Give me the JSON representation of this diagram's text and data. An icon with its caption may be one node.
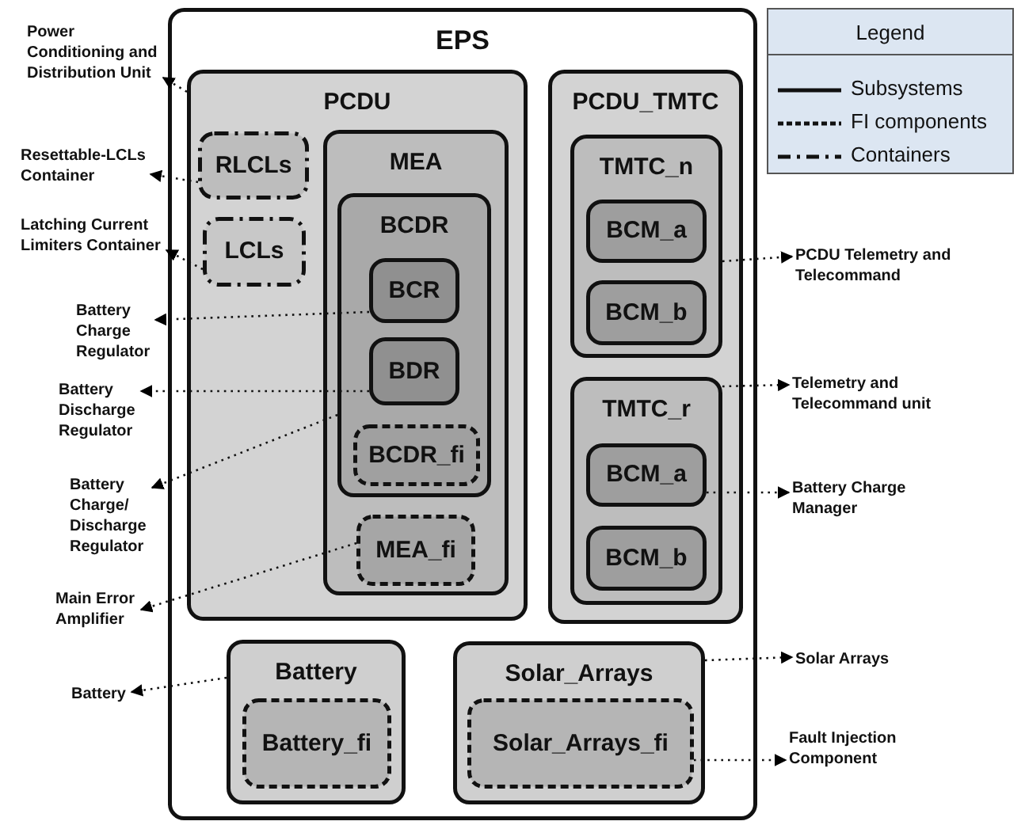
{
  "diagram": {
    "nodes": [
      {
        "text": [
          "EPS"
        ]
      },
      {
        "text": [
          "PCDU"
        ],
        "in": 0
      },
      {
        "text": [
          "RLCLs"
        ],
        "in": 1
      },
      {
        "text": [
          "LCLs"
        ],
        "in": 1
      },
      {
        "text": [
          "MEA"
        ],
        "in": 1
      },
      {
        "text": [
          "BCDR"
        ],
        "in": 4
      },
      {
        "text": [
          "BCR"
        ],
        "in": 5
      },
      {
        "text": [
          "BDR"
        ],
        "in": 5
      },
      {
        "text": [
          "BCDR_fi"
        ],
        "in": 5
      },
      {
        "text": [
          "MEA_fi"
        ],
        "in": 4
      },
      {
        "text": [
          "PCDU_TMTC"
        ],
        "in": 0
      },
      {
        "text": [
          "TMTC_n"
        ],
        "in": 10
      },
      {
        "text": [
          "BCM_a"
        ],
        "in": 11
      },
      {
        "text": [
          "BCM_b"
        ],
        "in": 11
      },
      {
        "text": [
          "TMTC_r"
        ],
        "in": 10
      },
      {
        "text": [
          "BCM_a"
        ],
        "in": 14
      },
      {
        "text": [
          "BCM_b"
        ],
        "in": 14
      },
      {
        "text": [
          "Battery"
        ],
        "in": 0
      },
      {
        "text": [
          "Battery_fi"
        ],
        "in": 17
      },
      {
        "text": [
          "Solar_Arrays"
        ],
        "in": 0
      },
      {
        "text": [
          "Solar_Arrays_fi"
        ],
        "in": 19
      },
      {
        "text": [
          "Power Conditioning and Distribution Unit"
        ]
      },
      {
        "text": [
          "Resettable-LCLs Container"
        ]
      },
      {
        "text": [
          "Latching Current Limiters Container"
        ]
      },
      {
        "text": [
          "Battery Charge Regulator"
        ]
      },
      {
        "text": [
          "Battery Discharge Regulator"
        ]
      },
      {
        "text": [
          "Battery Charge/ Discharge Regulator"
        ]
      },
      {
        "text": [
          "Main Error Amplifier"
        ]
      },
      {
        "text": [
          "Battery"
        ]
      },
      {
        "text": [
          "PCDU Telemetry and Telecommand"
        ]
      },
      {
        "text": [
          "Telemetry and Telecommand unit"
        ]
      },
      {
        "text": [
          "Battery Charge Manager"
        ]
      },
      {
        "text": [
          "Solar Arrays"
        ]
      },
      {
        "text": [
          "Fault Injection Component"
        ]
      }
    ],
    "edges": [
      {
        "from": 1,
        "to": 21,
        "arrow": "to"
      },
      {
        "from": 2,
        "to": 22,
        "arrow": "to"
      },
      {
        "from": 3,
        "to": 23,
        "arrow": "to"
      },
      {
        "from": 6,
        "to": 24,
        "arrow": "to"
      },
      {
        "from": 7,
        "to": 25,
        "arrow": "to"
      },
      {
        "from": 5,
        "to": 26,
        "arrow": "to"
      },
      {
        "from": 9,
        "to": 27,
        "arrow": "to"
      },
      {
        "from": 17,
        "to": 28,
        "arrow": "to"
      },
      {
        "from": 11,
        "to": 29,
        "arrow": "to"
      },
      {
        "from": 14,
        "to": 30,
        "arrow": "to"
      },
      {
        "from": 15,
        "to": 31,
        "arrow": "to"
      },
      {
        "from": 19,
        "to": 32,
        "arrow": "to"
      },
      {
        "from": 20,
        "to": 33,
        "arrow": "to"
      }
    ],
    "labels": [
      "Legend"
    ],
    "legend": [
      {
        "text": "Subsystems"
      },
      {
        "text": "FI components"
      },
      {
        "text": "Containers"
      }
    ]
  }
}
